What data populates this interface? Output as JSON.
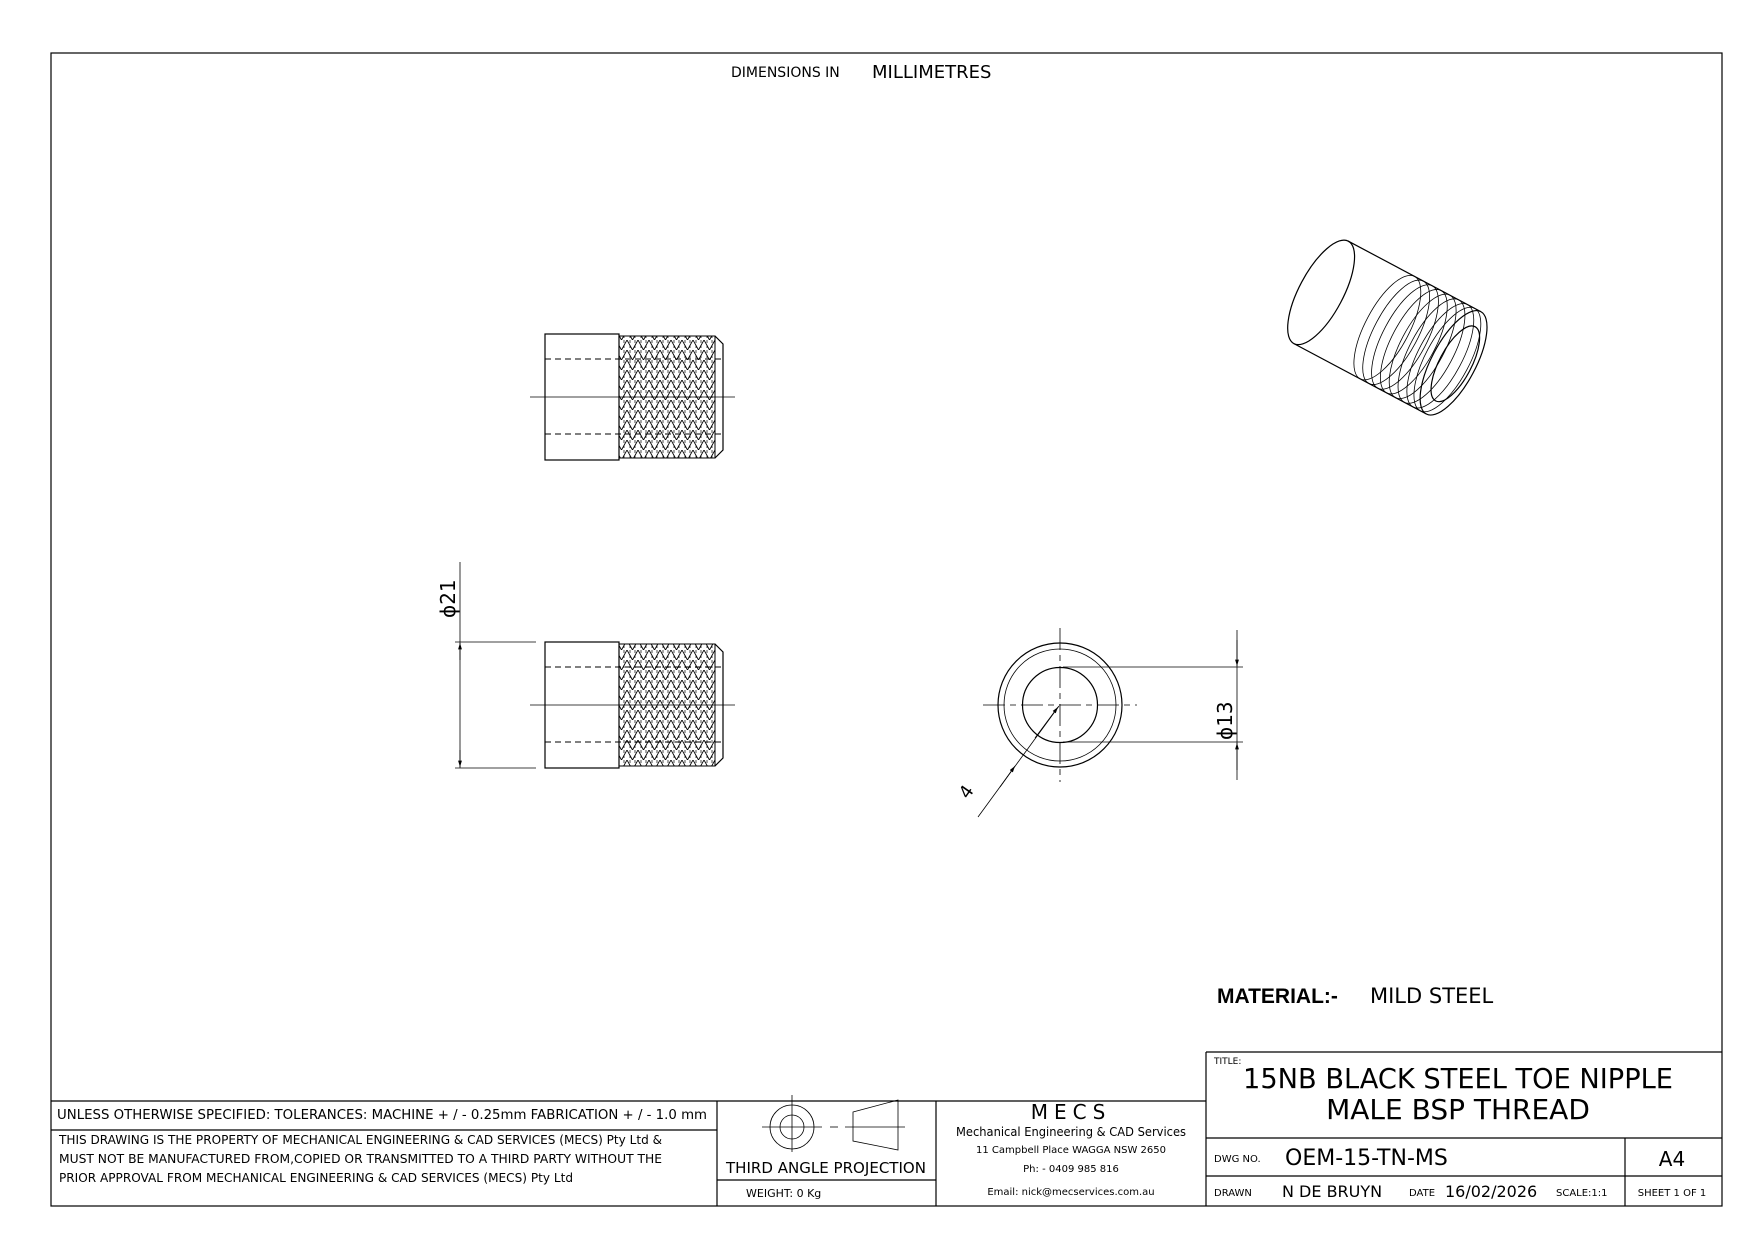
{
  "header": {
    "dimensions_label": "DIMENSIONS IN",
    "dimensions_unit": "MILLIMETRES"
  },
  "dimensions": {
    "outer_diameter": "ϕ21",
    "bore_diameter": "ϕ13",
    "chamfer": "4"
  },
  "material": {
    "label": "MATERIAL:-",
    "value": "MILD STEEL"
  },
  "title_block": {
    "tolerances": "UNLESS OTHERWISE SPECIFIED: TOLERANCES: MACHINE + / - 0.25mm  FABRICATION + / - 1.0 mm",
    "property_lines": [
      "THIS DRAWING IS THE PROPERTY OF MECHANICAL ENGINEERING & CAD SERVICES (MECS) Pty Ltd &",
      "MUST NOT BE MANUFACTURED FROM,COPIED OR TRANSMITTED TO A THIRD PARTY WITHOUT THE",
      "PRIOR APPROVAL FROM MECHANICAL ENGINEERING & CAD SERVICES (MECS) Pty Ltd"
    ],
    "projection": "THIRD ANGLE PROJECTION",
    "weight": "WEIGHT:  0 Kg",
    "company": {
      "logo": "MECS",
      "name": "Mechanical Engineering & CAD Services",
      "address": "11 Campbell Place WAGGA NSW 2650",
      "phone": "Ph: - 0409 985 816",
      "email": "Email: nick@mecservices.com.au"
    },
    "title_label": "TITLE:",
    "title_line1": "15NB BLACK STEEL TOE NIPPLE",
    "title_line2": "MALE BSP THREAD",
    "dwg_no_label": "DWG NO.",
    "dwg_no": "OEM-15-TN-MS",
    "size": "A4",
    "drawn_label": "DRAWN",
    "drawn_by": "N DE BRUYN",
    "date_label": "DATE",
    "date": "16/02/2026",
    "scale": "SCALE:1:1",
    "sheet": "SHEET 1 OF 1"
  }
}
